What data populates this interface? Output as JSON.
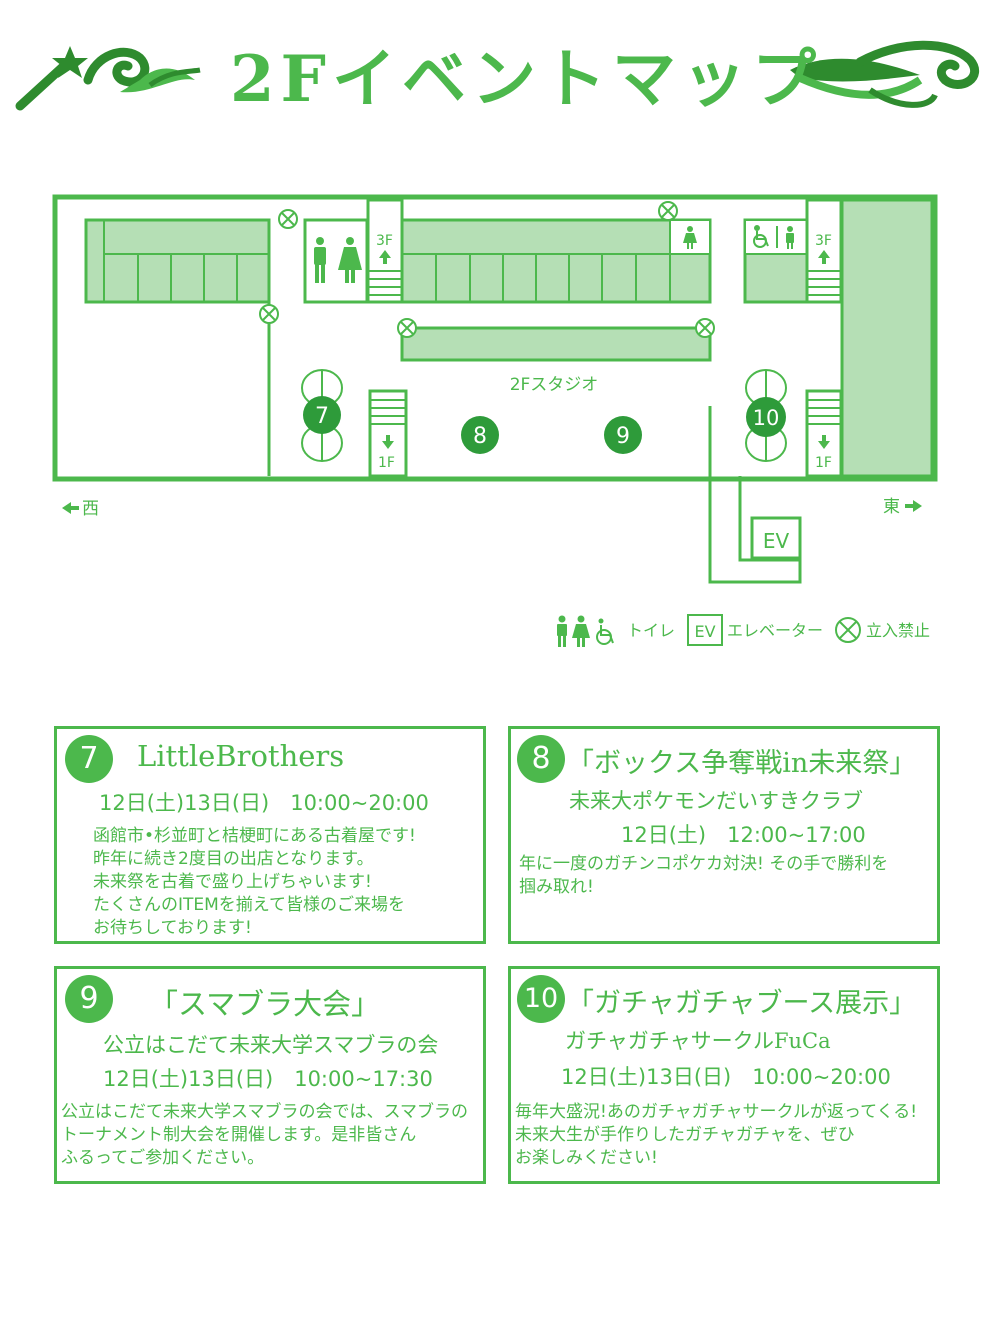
{
  "header": {
    "title": "2Fイベントマップ"
  },
  "map": {
    "studio_label": "2Fスタジオ",
    "stairs": [
      {
        "floor_up": "3F",
        "floor_down": "1F"
      }
    ],
    "stair_up_label": "3F",
    "stair_down_label": "1F",
    "ev_label": "EV",
    "west_label": "西",
    "east_label": "東",
    "markers": [
      "7",
      "8",
      "9",
      "10"
    ]
  },
  "legend": {
    "toilet": "トイレ",
    "ev_box": "EV",
    "elevator": "エレベーター",
    "no_entry": "立入禁止"
  },
  "events": [
    {
      "num": "7",
      "title": "LittleBrothers",
      "subtitle": "",
      "when": "12日(土)13日(日)　10:00~20:00",
      "desc": "函館市•杉並町と桔梗町にある古着屋です!\n昨年に続き2度目の出店となります。\n未来祭を古着で盛り上げちゃいます!\nたくさんのITEMを揃えて皆様のご来場を\nお待ちしております!"
    },
    {
      "num": "8",
      "title": "「ボックス争奪戦in未来祭」",
      "subtitle": "未来大ポケモンだいすきクラブ",
      "when": "12日(土)　12:00~17:00",
      "desc": "年に一度のガチンコポケカ対決! その手で勝利を\n掴み取れ!"
    },
    {
      "num": "9",
      "title": "「スマブラ大会」",
      "subtitle": "公立はこだて未来大学スマブラの会",
      "when": "12日(土)13日(日)　10:00~17:30",
      "desc": "公立はこだて未来大学スマブラの会では、スマブラの\nトーナメント制大会を開催します。是非皆さん\nふるってご参加ください。"
    },
    {
      "num": "10",
      "title": "「ガチャガチャブース展示」",
      "subtitle": "ガチャガチャサークルFuCa",
      "when": "12日(土)13日(日)　10:00~20:00",
      "desc": "毎年大盛況!あのガチャガチャサークルが返ってくる!\n未来大生が手作りしたガチャガチャを、ぜひ\nお楽しみください!"
    }
  ],
  "colors": {
    "accent": "#4cb84c",
    "fill": "#b5dfb5",
    "dark": "#2e8b2e"
  }
}
